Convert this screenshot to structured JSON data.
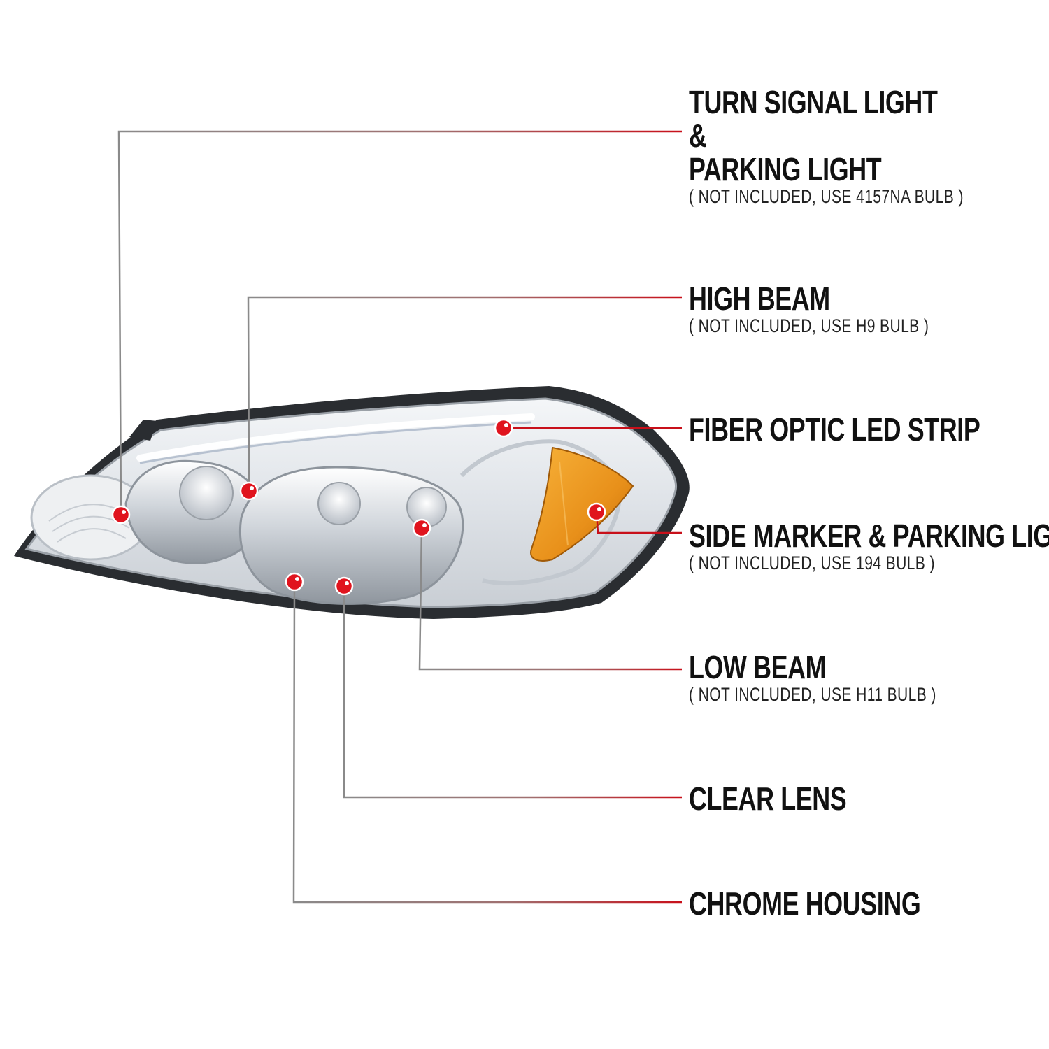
{
  "callouts": [
    {
      "id": "turn-signal",
      "title_lines": [
        "TURN SIGNAL LIGHT",
        "&",
        "PARKING LIGHT"
      ],
      "note": "( NOT INCLUDED, USE  4157NA  BULB )"
    },
    {
      "id": "high-beam",
      "title_lines": [
        "HIGH BEAM"
      ],
      "note": "( NOT INCLUDED, USE  H9  BULB )"
    },
    {
      "id": "fiber-optic",
      "title_lines": [
        "FIBER OPTIC LED STRIP"
      ],
      "note": ""
    },
    {
      "id": "side-marker",
      "title_lines": [
        "SIDE MARKER & PARKING LIGHT"
      ],
      "note": "( NOT INCLUDED, USE  194  BULB )"
    },
    {
      "id": "low-beam",
      "title_lines": [
        "LOW BEAM"
      ],
      "note": "( NOT INCLUDED, USE  H11  BULB )"
    },
    {
      "id": "clear-lens",
      "title_lines": [
        "CLEAR LENS"
      ],
      "note": ""
    },
    {
      "id": "chrome-housing",
      "title_lines": [
        "CHROME HOUSING"
      ],
      "note": ""
    }
  ],
  "colors": {
    "leader_gray": "#8a8a8a",
    "leader_red": "#c8101a",
    "marker_red": "#e0141e",
    "amber": "#e8901a"
  }
}
